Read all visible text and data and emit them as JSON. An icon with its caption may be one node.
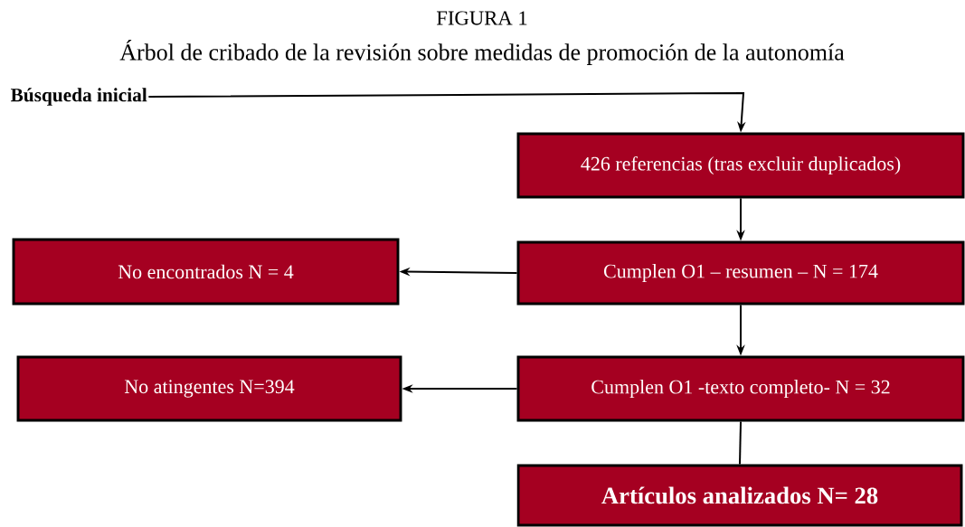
{
  "diagram": {
    "title": "FIGURA 1",
    "caption": "Árbol de cribado de la revisión sobre medidas de promoción de la autonomía",
    "nodes": [
      {
        "text": [
          "Búsqueda inicial"
        ]
      },
      {
        "text": [
          "426 referencias (tras excluir duplicados)"
        ]
      },
      {
        "text": [
          "Cumplen O1 – resumen – N = 174"
        ]
      },
      {
        "text": [
          "No encontrados N = 4"
        ]
      },
      {
        "text": [
          "Cumplen O1 -texto completo- N = 32"
        ]
      },
      {
        "text": [
          "No atingentes N=394"
        ]
      },
      {
        "text": [
          "Artículos analizados N= 28"
        ]
      }
    ],
    "edges": [
      {
        "from": 0,
        "to": 1,
        "arrow": "to"
      },
      {
        "from": 1,
        "to": 2,
        "arrow": "to"
      },
      {
        "from": 2,
        "to": 3,
        "arrow": "to"
      },
      {
        "from": 2,
        "to": 4,
        "arrow": "to"
      },
      {
        "from": 4,
        "to": 5,
        "arrow": "to"
      },
      {
        "from": 4,
        "to": 6,
        "arrow": "none"
      }
    ]
  }
}
